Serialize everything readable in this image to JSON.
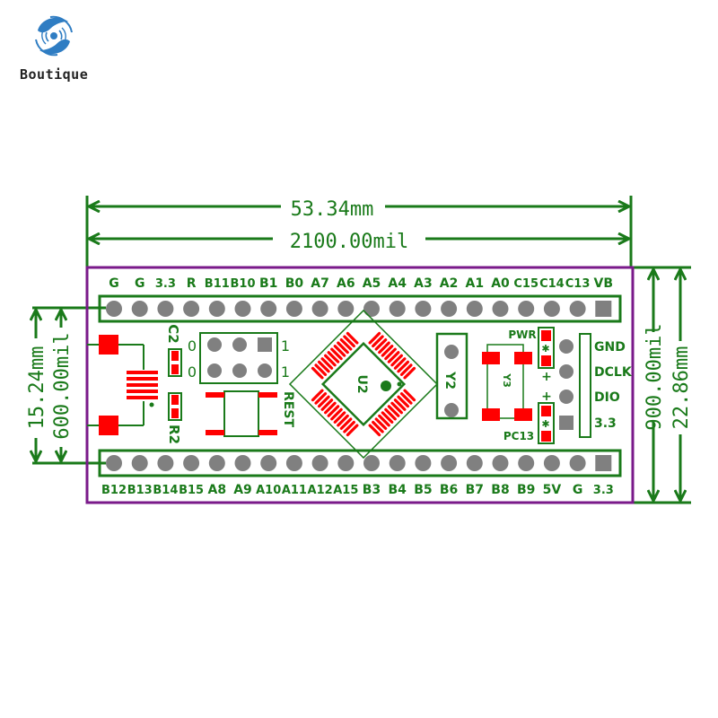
{
  "brand": {
    "name": "Boutique",
    "logo_icon": "hands-circle-logo-icon",
    "logo_color": "#2f7dc3"
  },
  "colors": {
    "dimension": "#1a7a1a",
    "silkscreen": "#1a7a1a",
    "outline": "#7a1a8a",
    "pad_smd": "#ff0000",
    "pad_tht": "#808080"
  },
  "dimensions": {
    "width_mm": "53.34mm",
    "width_mil": "2100.00mil",
    "height_mil": "900.00mil",
    "height_mm": "22.86mm",
    "pitch_mm": "15.24mm",
    "pitch_mil": "600.00mil"
  },
  "top_header": {
    "labels": [
      "G",
      "G",
      "3.3",
      "R",
      "B11",
      "B10",
      "B1",
      "B0",
      "A7",
      "A6",
      "A5",
      "A4",
      "A3",
      "A2",
      "A1",
      "A0",
      "C15",
      "C14",
      "C13",
      "VB"
    ],
    "square_pin_index": 19
  },
  "bottom_header": {
    "labels": [
      "B12",
      "B13",
      "B14",
      "B15",
      "A8",
      "A9",
      "A10",
      "A11",
      "A12",
      "A15",
      "B3",
      "B4",
      "B5",
      "B6",
      "B7",
      "B8",
      "B9",
      "5V",
      "G",
      "3.3"
    ],
    "square_pin_index": 19
  },
  "components": {
    "c2": "C2",
    "r2": "R2",
    "u2": "U2",
    "y2": "Y2",
    "y3": "Y3",
    "reset": "REST",
    "pwr": "PWR",
    "pc13": "PC13",
    "boot_jumper": {
      "left_labels": [
        "0",
        "0"
      ],
      "right_labels": [
        "1",
        "1"
      ]
    },
    "plus_sign": "+"
  },
  "swd_header": {
    "labels": [
      "GND",
      "DCLK",
      "DIO",
      "3.3"
    ],
    "square_pin_index": 3
  }
}
